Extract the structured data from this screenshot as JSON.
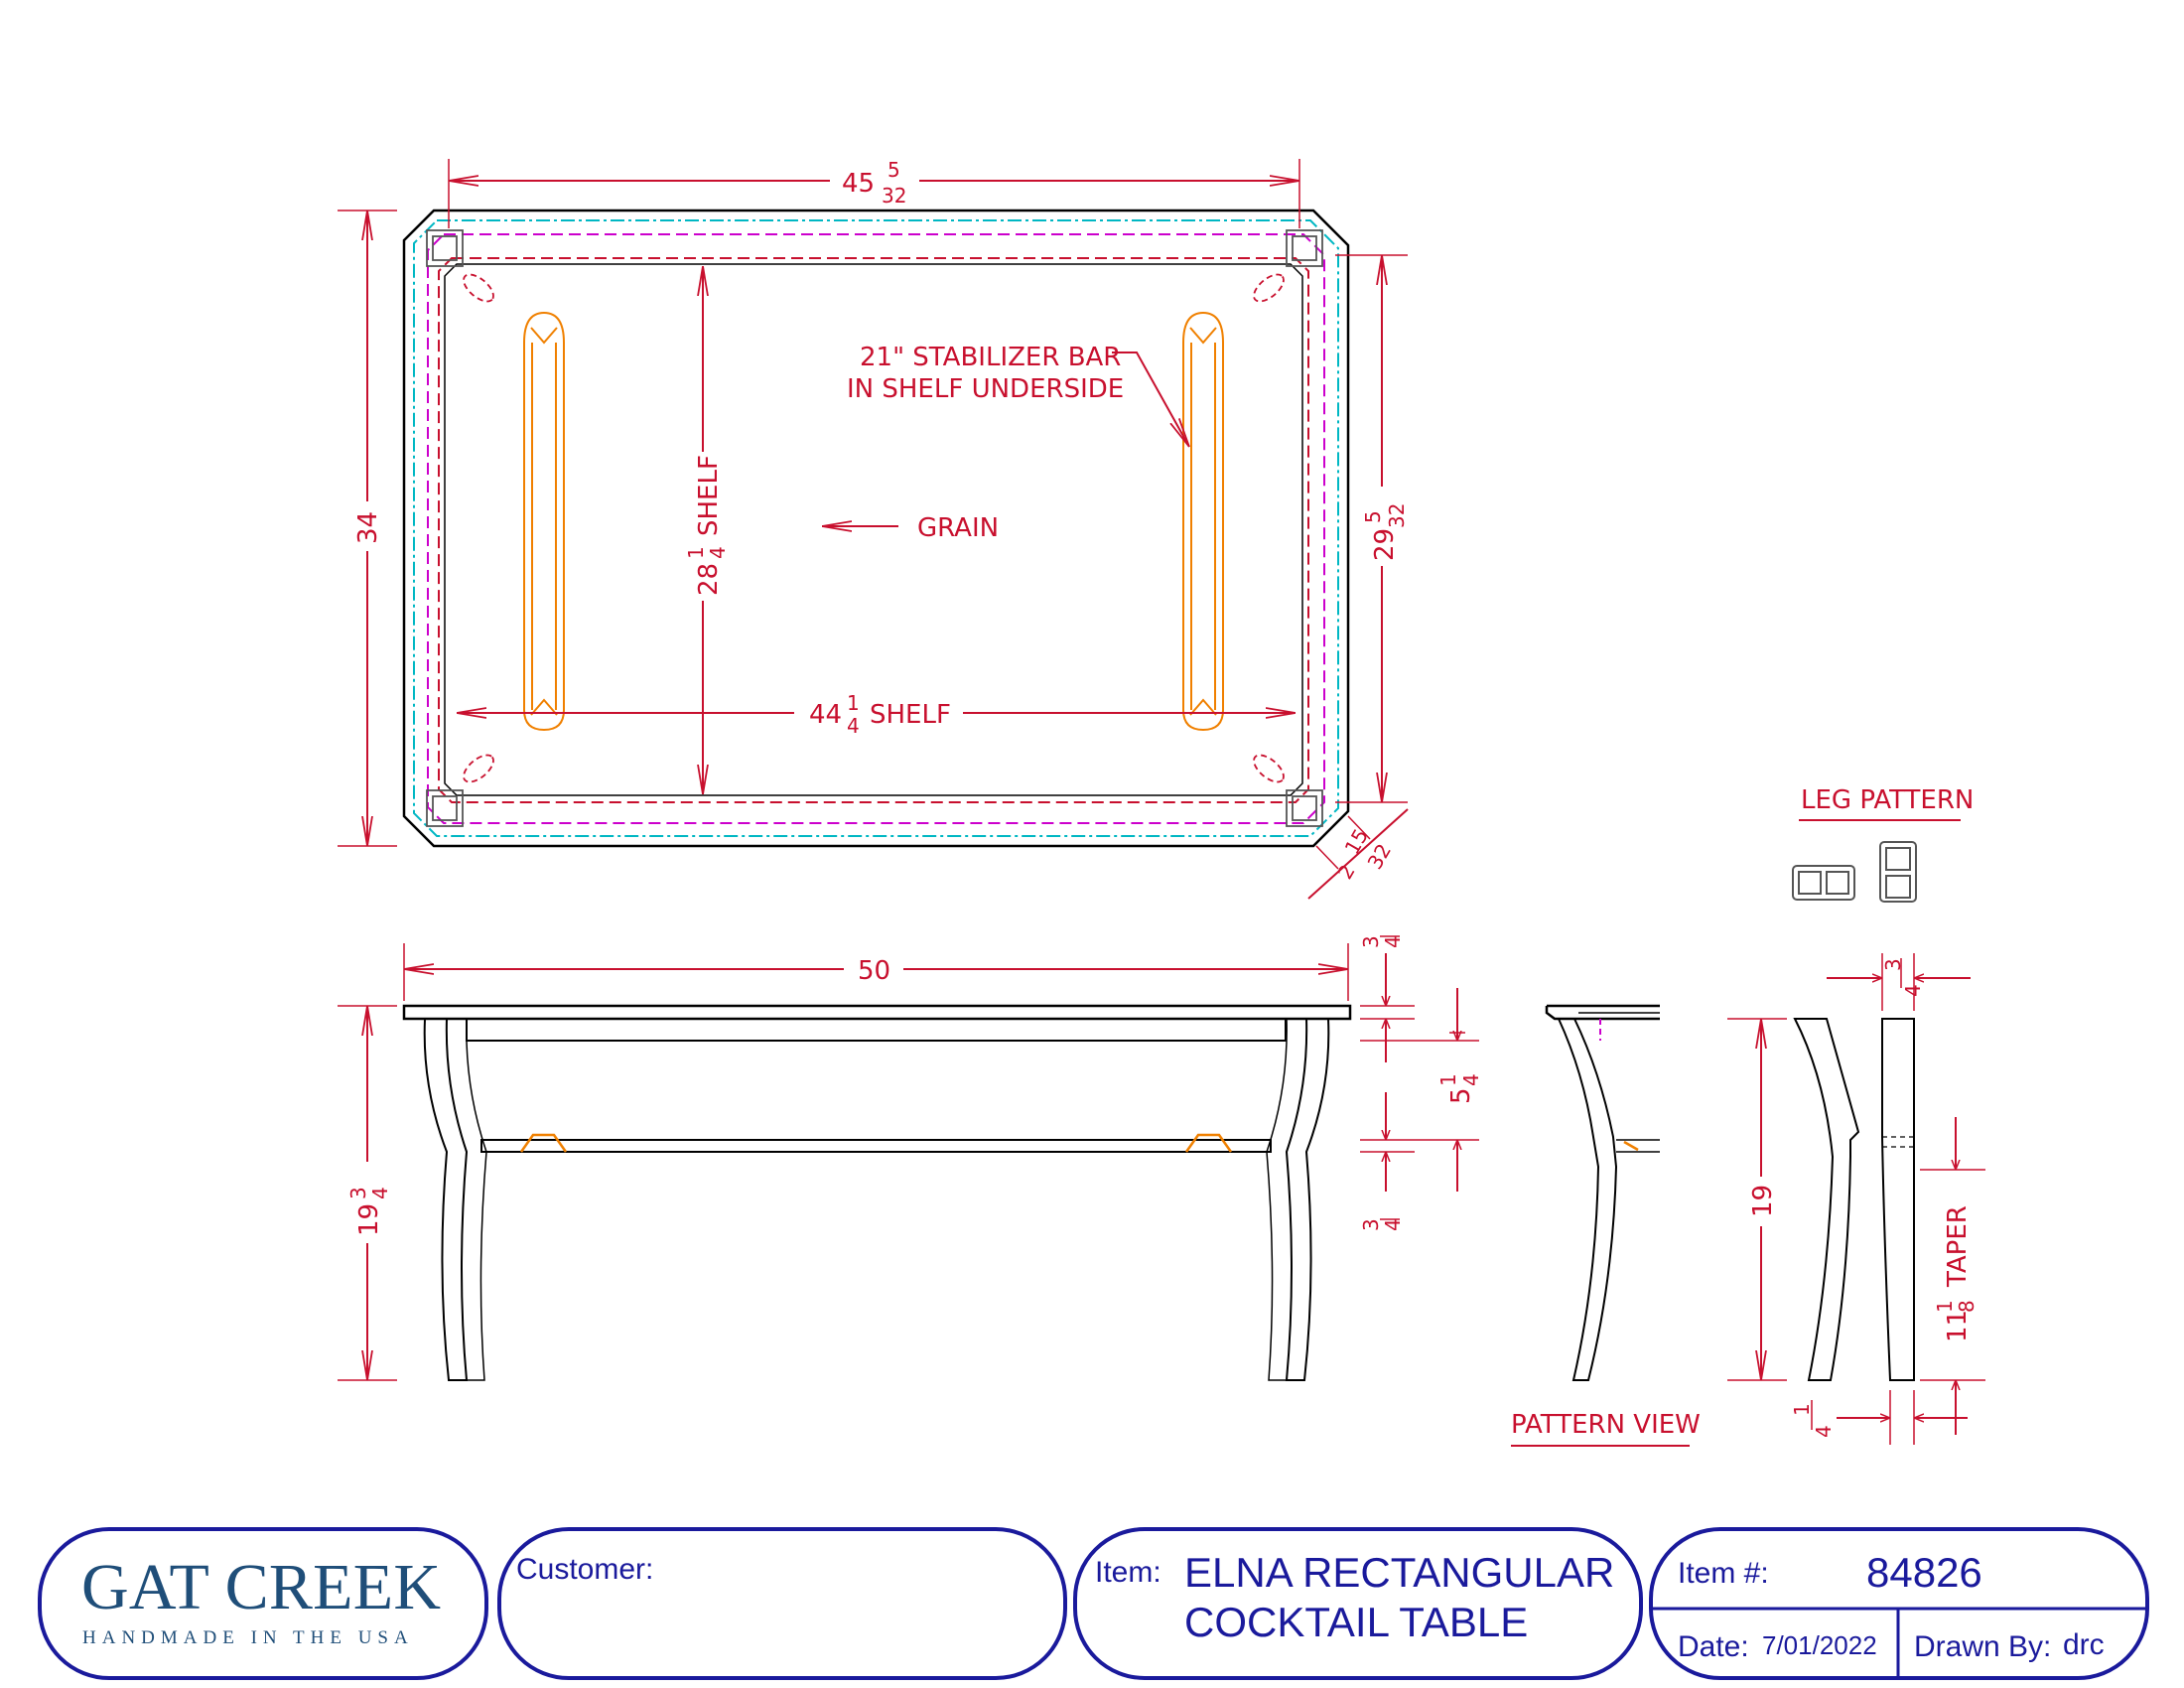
{
  "top_view": {
    "overall_width": "45",
    "overall_width_frac_num": "5",
    "overall_width_frac_den": "32",
    "overall_depth": "34",
    "inner_depth": "29",
    "inner_depth_frac_num": "5",
    "inner_depth_frac_den": "32",
    "corner_whole": "2",
    "corner_frac_num": "15",
    "corner_frac_den": "32",
    "shelf_depth": "28",
    "shelf_depth_frac_num": "1",
    "shelf_depth_frac_den": "4",
    "shelf_depth_label": "SHELF",
    "shelf_width": "44",
    "shelf_width_frac_num": "1",
    "shelf_width_frac_den": "4",
    "shelf_width_label": "SHELF",
    "stabilizer_note_line1": "21\" STABILIZER BAR",
    "stabilizer_note_line2": "IN SHELF UNDERSIDE",
    "grain_label": "GRAIN"
  },
  "front_view": {
    "overall_length": "50",
    "height_whole": "19",
    "height_frac_num": "3",
    "height_frac_den": "4",
    "top_thickness_num": "3",
    "top_thickness_den": "4",
    "apron_whole": "5",
    "apron_frac_num": "1",
    "apron_frac_den": "4",
    "shelf_thickness_num": "3",
    "shelf_thickness_den": "4"
  },
  "pattern_view": {
    "label": "PATTERN VIEW"
  },
  "leg_pattern": {
    "label": "LEG PATTERN",
    "leg_height": "19",
    "top_width_num": "3",
    "top_width_den": "4",
    "taper_whole": "11",
    "taper_frac_num": "1",
    "taper_frac_den": "8",
    "taper_label": "TAPER",
    "bottom_offset_num": "1",
    "bottom_offset_den": "4"
  },
  "title_block": {
    "logo_main": "GAT CREEK",
    "logo_tagline": "HANDMADE IN THE USA",
    "customer_label": "Customer:",
    "customer_value": "",
    "item_label": "Item:",
    "item_line1": "ELNA RECTANGULAR",
    "item_line2": "COCKTAIL TABLE",
    "item_number_label": "Item #:",
    "item_number": "84826",
    "date_label": "Date:",
    "date_value": "7/01/2022",
    "drawn_by_label": "Drawn By:",
    "drawn_by_value": "drc"
  },
  "colors": {
    "dimension": "#c8102e",
    "outline": "#000000",
    "cyan_line": "#00b7c3",
    "magenta_line": "#cc00cc",
    "stabilizer": "#f08000",
    "title_block": "#1a1a9c",
    "logo": "#1f4e79"
  }
}
